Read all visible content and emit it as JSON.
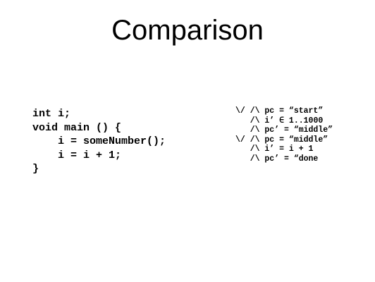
{
  "slide": {
    "title": "Comparison"
  },
  "code": {
    "lines": [
      "int i;",
      "void main () {",
      "    i = someNumber();",
      "    i = i + 1;",
      "}"
    ]
  },
  "spec": {
    "lines": [
      "\\/ /\\ pc = “start”",
      "   /\\ i’ ∈ 1..1000",
      "   /\\ pc’ = “middle”",
      "\\/ /\\ pc = “middle”",
      "   /\\ i’ = i + 1",
      "   /\\ pc’ = “done"
    ]
  }
}
